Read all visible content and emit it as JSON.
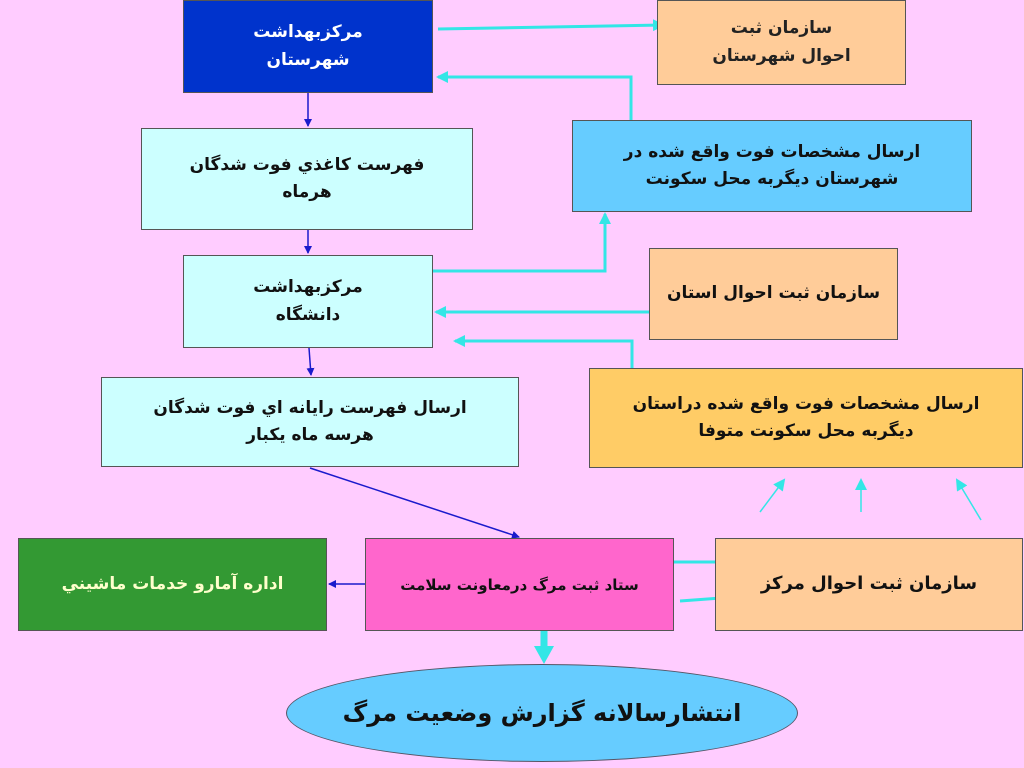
{
  "boxes": {
    "markaz_shahrestan": {
      "line1": "مرکزبهداشت",
      "line2": "شهرستان"
    },
    "sabt_shahrestan": {
      "line1": "سازمان ثبت",
      "line2": "احوال شهرستان"
    },
    "fehrest_kaghazi": {
      "line1": "فهرست كاغذي فوت شدگان",
      "line2": "هرماه"
    },
    "ersal_shahrestan": {
      "line1": "ارسال مشخصات فوت واقع شده در",
      "line2": "شهرستان ديگربه محل سكونت"
    },
    "markaz_daneshgah": {
      "line1": "مرکزبهداشت",
      "line2": "دانشگاه"
    },
    "sabt_ostan": {
      "line1": "سازمان ثبت احوال استان"
    },
    "ersal_ostan": {
      "line1": "ارسال مشخصات فوت واقع شده دراستان",
      "line2": "ديگربه محل سكونت متوفا"
    },
    "ersal_fehrest": {
      "line1": "ارسال  فهرست رايانه اي فوت شدگان",
      "line2": "هرسه ماه يكبار"
    },
    "edareh_amar": {
      "line1": "اداره آمارو خدمات ماشيني"
    },
    "setad_sabt": {
      "line1": "ستاد ثبت مرگ درمعاونت سلامت"
    },
    "sabt_markaz": {
      "line1": "سازمان ثبت احوال مركز"
    },
    "enteshar": {
      "line1": "انتشارسالانه گزارش وضعيت مرگ"
    }
  },
  "colors": {
    "background": "#ffccff",
    "arrow_blue": "#1a1acc",
    "arrow_cyan": "#33e6e6"
  }
}
